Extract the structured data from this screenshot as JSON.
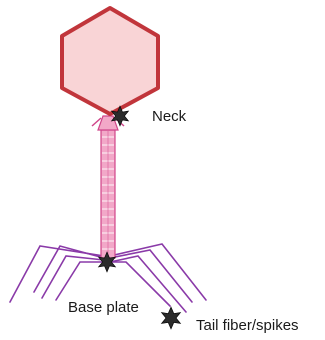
{
  "labels": {
    "neck": "Neck",
    "base_plate": "Base plate",
    "tail_fiber": "Tail fiber/spikes"
  },
  "colors": {
    "capsid_fill": "#f9d4d6",
    "capsid_stroke": "#c1353b",
    "tail_fill": "#f2a8c8",
    "tail_stroke": "#d0468a",
    "fiber": "#8a3aa8",
    "star": "#2b2b2b"
  },
  "icons": {
    "marker": "star-icon"
  }
}
